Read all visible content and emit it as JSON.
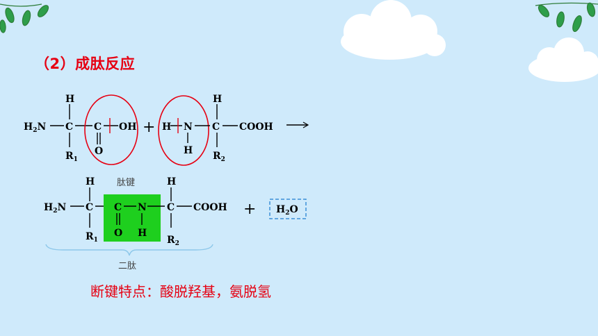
{
  "title": "（2）成肽反应",
  "reaction1": {
    "amino_acid_1": {
      "top_h": "H",
      "amine": "H",
      "amine_sub": "2",
      "amine_n": "N",
      "carbon": "C",
      "carbonyl_c": "C",
      "carbonyl_o": "O",
      "hydroxyl": "OH",
      "r": "R",
      "r_sub": "1"
    },
    "plus": "+",
    "amino_acid_2": {
      "h": "H",
      "n": "N",
      "n_h": "H",
      "top_h": "H",
      "carbon": "C",
      "cooh": "COOH",
      "r": "R",
      "r_sub": "2"
    },
    "arrow": "⟶"
  },
  "product": {
    "peptide_bond_label": "肽键",
    "top_h_1": "H",
    "amine": "H",
    "amine_sub": "2",
    "amine_n": "N",
    "carbon_1": "C",
    "r1": "R",
    "r1_sub": "1",
    "bond_c": "C",
    "bond_n": "N",
    "bond_o": "O",
    "bond_h": "H",
    "top_h_2": "H",
    "carbon_2": "C",
    "cooh": "COOH",
    "r2": "R",
    "r2_sub": "2",
    "plus": "+",
    "water": "H",
    "water_sub": "2",
    "water_o": "O",
    "dipeptide_label": "二肽"
  },
  "bond_feature": "断键特点：酸脱羟基，氨脱氢",
  "colors": {
    "background": "#cfeafb",
    "title": "#e60012",
    "circle": "#e60012",
    "peptide_box": "#1ecf1e",
    "water_box": "#3b8fd8",
    "leaf": "#2e9e4a"
  },
  "icons": [
    "cloud-icon",
    "cloud-icon",
    "leaf-branch-icon",
    "leaf-branch-icon"
  ]
}
